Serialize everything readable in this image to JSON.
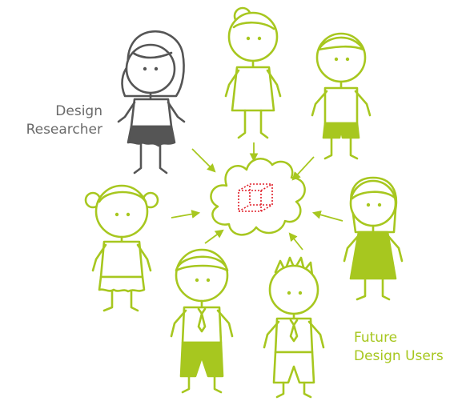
{
  "labels": {
    "researcher": {
      "line1": "Design",
      "line2": "Researcher"
    },
    "users": {
      "line1": "Future",
      "line2": "Design Users"
    }
  },
  "colors": {
    "background": "#ffffff",
    "researcher": "#555555",
    "users": "#a7c71f",
    "idea": "#e0202a",
    "researcher_text": "#6a6a6a",
    "users_text": "#a7c71f"
  },
  "icons": {
    "center": "idea-cloud-icon",
    "concept": "wireframe-cube-icon"
  }
}
